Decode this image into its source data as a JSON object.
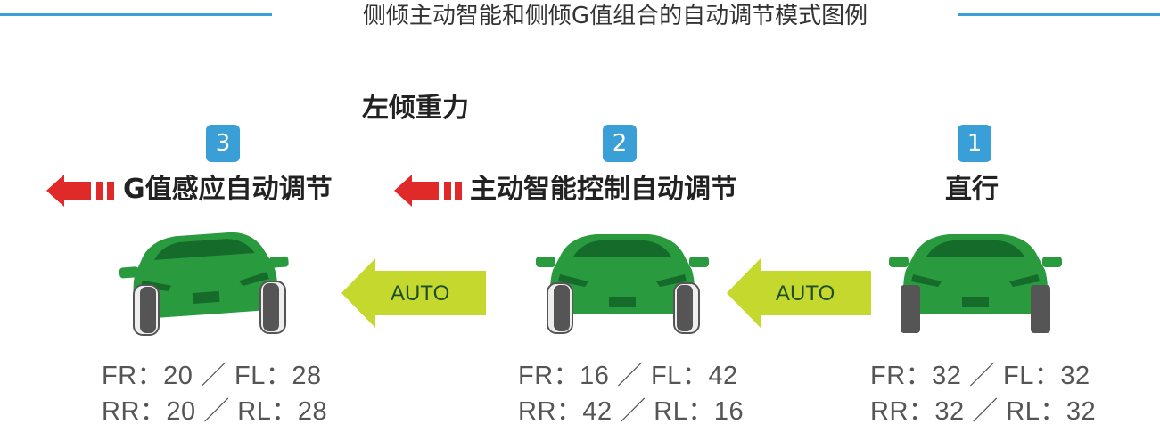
{
  "title": "侧倾主动智能和侧倾G值组合的自动调节模式图例",
  "lean_label": "左倾重力",
  "auto_label": "AUTO",
  "steps": [
    {
      "badge": "3",
      "label": "G值感应自动调节",
      "tires": {
        "line1": "FR：20 ／ FL：28",
        "line2": "RR：20 ／ RL：28"
      }
    },
    {
      "badge": "2",
      "label": "主动智能控制自动调节",
      "tires": {
        "line1": "FR：16 ／ FL：42",
        "line2": "RR：42 ／ RL：16"
      }
    },
    {
      "badge": "1",
      "label": "直行",
      "tires": {
        "line1": "FR：32 ／ FL：32",
        "line2": "RR：32 ／ RL：32"
      }
    }
  ],
  "colors": {
    "accent_blue": "#3a9fd6",
    "car_green": "#2a9a3f",
    "car_dark_green": "#146b2a",
    "red_arrow": "#e02a2a",
    "auto_arrow": "#c5d82e"
  }
}
